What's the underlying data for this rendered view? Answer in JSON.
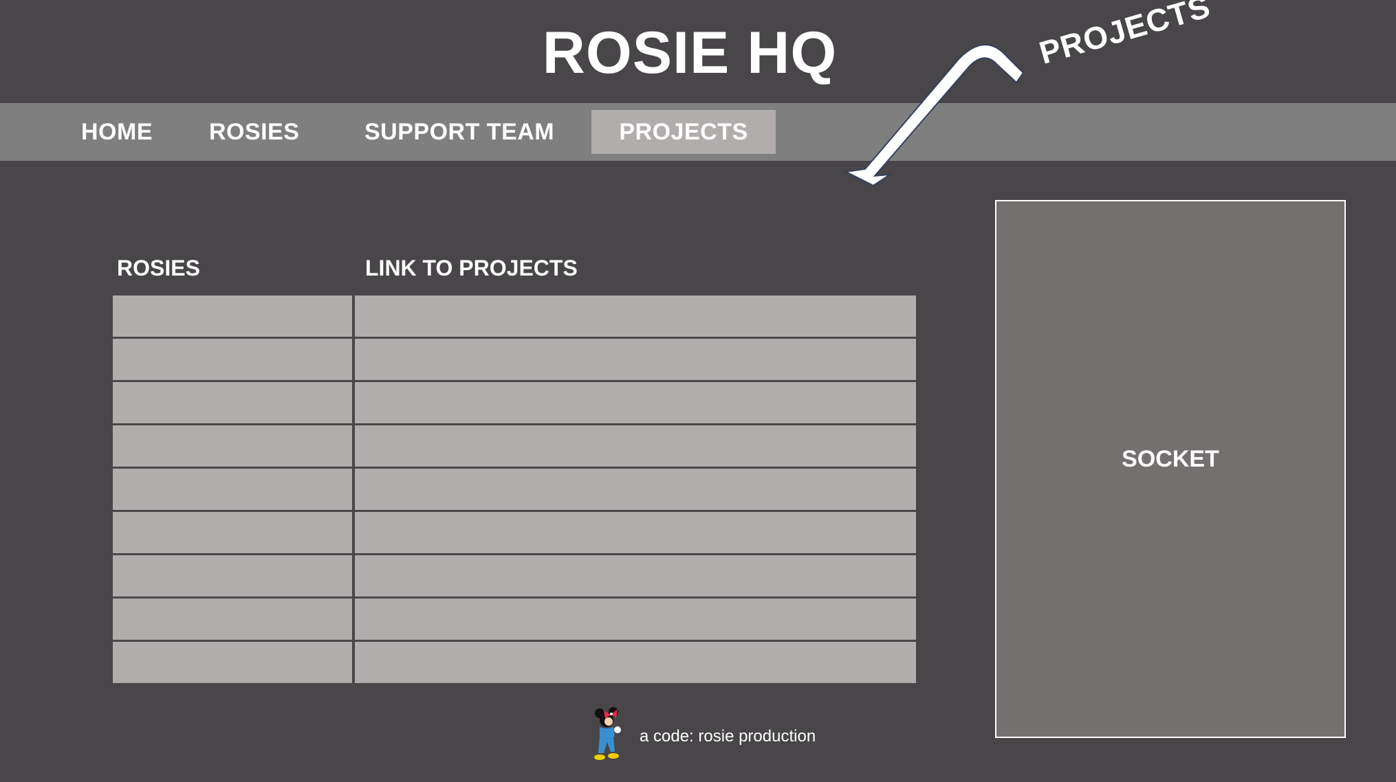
{
  "header": {
    "title": "ROSIE HQ"
  },
  "nav": {
    "items": [
      {
        "label": "HOME"
      },
      {
        "label": "ROSIES"
      },
      {
        "label": "SUPPORT TEAM"
      },
      {
        "label": "PROJECTS",
        "active": true
      }
    ]
  },
  "annotation": {
    "label": "PROJECTS"
  },
  "table": {
    "columns": [
      "ROSIES",
      "LINK TO PROJECTS"
    ],
    "row_count": 9
  },
  "socket": {
    "label": "SOCKET"
  },
  "footer": {
    "text": "a code: rosie production",
    "mascot_icon": "minnie-mouse-icon"
  },
  "colors": {
    "background": "#484648",
    "navbar": "#807f80",
    "active_tab": "#b0adac",
    "cell": "#b0adac",
    "socket": "#747070"
  }
}
